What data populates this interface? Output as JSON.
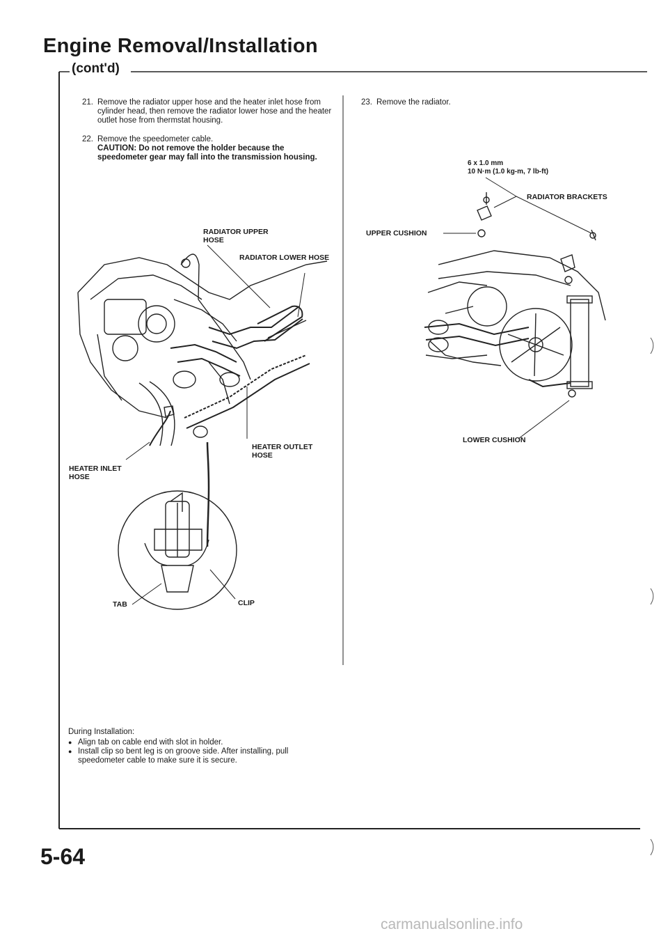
{
  "header": {
    "title": "Engine Removal/Installation",
    "subtitle": "(cont'd)"
  },
  "steps": [
    {
      "number": "21.",
      "text": "Remove the radiator upper hose and the heater inlet hose from cylinder head, then remove the radiator lower hose and the heater outlet hose from thermstat housing."
    },
    {
      "number": "22.",
      "text": "Remove the speedometer cable.",
      "caution": "CAUTION: Do not remove the holder because the speedometer gear may fall into the transmission housing."
    },
    {
      "number": "23.",
      "text": "Remove the radiator."
    }
  ],
  "left_figure": {
    "labels": {
      "upper_hose": "RADIATOR UPPER HOSE",
      "lower_hose": "RADIATOR LOWER HOSE",
      "heater_outlet": "HEATER OUTLET HOSE",
      "heater_inlet": "HEATER INLET HOSE",
      "tab": "TAB",
      "clip": "CLIP"
    }
  },
  "right_figure": {
    "bolt_spec": "6 x 1.0 mm",
    "torque_spec": "10 N·m (1.0 kg-m, 7 lb-ft)",
    "labels": {
      "brackets": "RADIATOR BRACKETS",
      "upper_cushion": "UPPER CUSHION",
      "lower_cushion": "LOWER CUSHION"
    }
  },
  "installation_notes": {
    "heading": "During Installation:",
    "items": [
      "Align tab on cable end with slot in holder.",
      "Install clip so bent leg is on groove side. After installing, pull speedometer cable to make sure it is secure."
    ]
  },
  "footer": {
    "page_number": "5-64",
    "watermark": "carmanualsonline.info"
  }
}
